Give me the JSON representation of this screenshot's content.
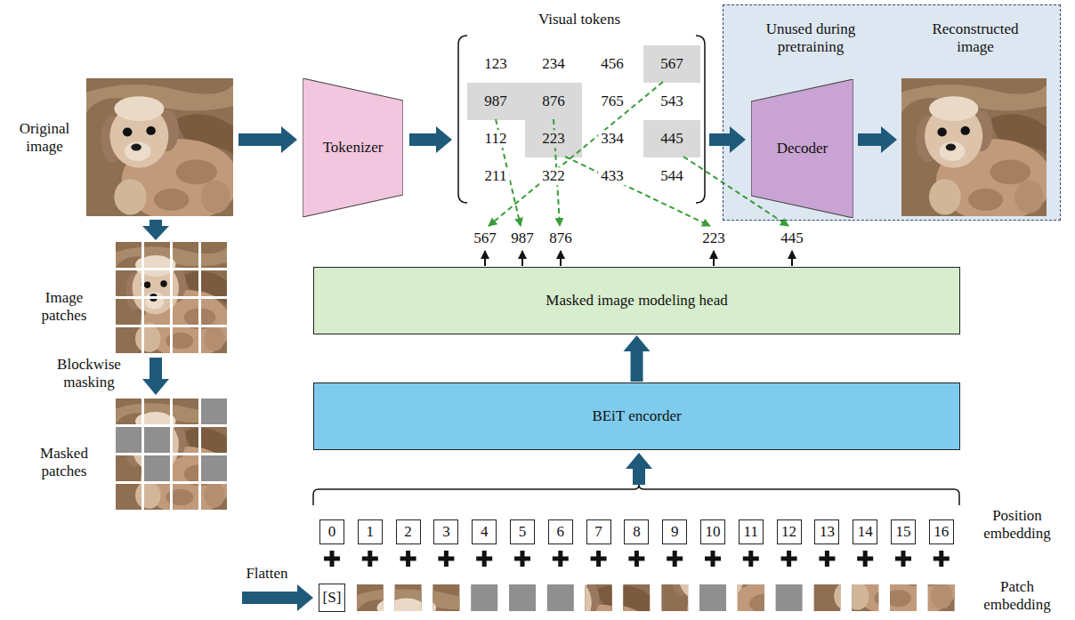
{
  "diagram": {
    "nodes": [
      {
        "text": [
          "Tokenizer"
        ]
      },
      {
        "text": [
          "Unused during pretraining",
          "Reconstructed image"
        ]
      },
      {
        "text": [
          "Decoder"
        ],
        "in": 1
      },
      {
        "text": [
          "Masked image modeling head"
        ]
      },
      {
        "text": [
          "BEiT encorder"
        ]
      },
      {
        "text": [
          "0"
        ]
      },
      {
        "text": [
          "1"
        ]
      },
      {
        "text": [
          "2"
        ]
      },
      {
        "text": [
          "3"
        ]
      },
      {
        "text": [
          "4"
        ]
      },
      {
        "text": [
          "5"
        ]
      },
      {
        "text": [
          "6"
        ]
      },
      {
        "text": [
          "7"
        ]
      },
      {
        "text": [
          "8"
        ]
      },
      {
        "text": [
          "9"
        ]
      },
      {
        "text": [
          "10"
        ]
      },
      {
        "text": [
          "11"
        ]
      },
      {
        "text": [
          "12"
        ]
      },
      {
        "text": [
          "13"
        ]
      },
      {
        "text": [
          "14"
        ]
      },
      {
        "text": [
          "15"
        ]
      },
      {
        "text": [
          "16"
        ]
      },
      {
        "text": [
          "[S]"
        ]
      }
    ],
    "edges": [
      {
        "from": 4,
        "to": 3,
        "arrow": "to"
      }
    ],
    "labels": [
      "Original image",
      "Visual tokens",
      "123",
      "234",
      "456",
      "567",
      "987",
      "876",
      "765",
      "543",
      "112",
      "223",
      "334",
      "445",
      "211",
      "322",
      "433",
      "544",
      "Image patches",
      "Blockwise masking",
      "Masked patches",
      "Flatten",
      "567",
      "987",
      "876",
      "223",
      "445",
      "Position embedding",
      "Patch embedding"
    ]
  }
}
